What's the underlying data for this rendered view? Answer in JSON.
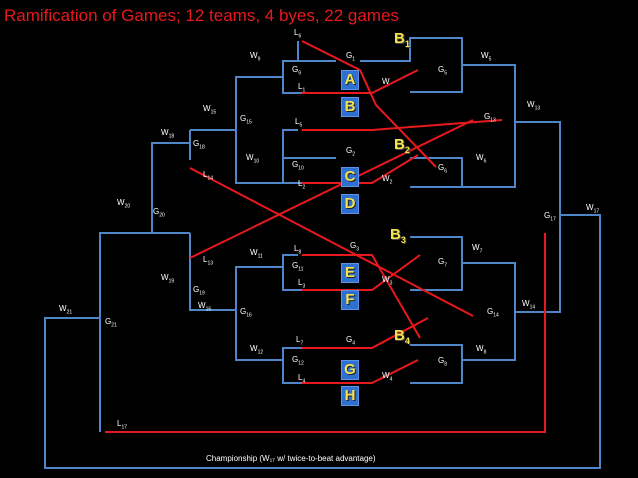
{
  "title": "Ramification of Games; 12 teams, 4 byes, 22 games",
  "footer": "Championship (W₁₇ w/ twice-to-beat advantage)",
  "boxes": [
    "A",
    "B",
    "C",
    "D",
    "E",
    "F",
    "G",
    "H"
  ],
  "byes": [
    "B",
    "B",
    "B",
    "B"
  ],
  "bye_subs": [
    "1",
    "2",
    "3",
    "4"
  ],
  "colors": {
    "bracket": "#4f86c9",
    "loser": "#e8191c",
    "box": "#2e6fd0",
    "box_text": "#f2e24b",
    "text": "#ffffff"
  },
  "labels": {
    "L6": "L",
    "L6s": "6",
    "G1": "G",
    "G1s": "1",
    "W9": "W",
    "W9s": "9",
    "G9": "G",
    "G9s": "9",
    "L1": "L",
    "L1s": "1",
    "W": "W",
    "G5": "G",
    "G5s": "5",
    "W5": "W",
    "W5s": "5",
    "W13": "W",
    "W13s": "13",
    "W15": "W",
    "W15s": "15",
    "G15": "G",
    "G15s": "15",
    "L5": "L",
    "L5s": "5",
    "G13": "G",
    "G13s": "13",
    "W18": "W",
    "W18s": "18",
    "G18": "G",
    "G18s": "18",
    "G2": "G",
    "G2s": "2",
    "W10": "W",
    "W10s": "10",
    "G10": "G",
    "G10s": "10",
    "W6": "W",
    "W6s": "6",
    "G6": "G",
    "G6s": "6",
    "L14": "L",
    "L14s": "14",
    "W2": "W",
    "W2s": "2",
    "L2": "L",
    "L2s": "2",
    "W20": "W",
    "W20s": "20",
    "G20": "G",
    "G20s": "20",
    "W17": "W",
    "W17s": "17",
    "G17": "G",
    "G17s": "17",
    "G3": "G",
    "G3s": "3",
    "L8": "L",
    "L8s": "8",
    "W11": "W",
    "W11s": "11",
    "W7": "W",
    "W7s": "7",
    "L13": "L",
    "L13s": "13",
    "G11": "G",
    "G11s": "11",
    "G7": "G",
    "G7s": "7",
    "W19": "W",
    "W19s": "19",
    "L3": "L",
    "L3s": "3",
    "W3": "W",
    "W3s": "3",
    "G19": "G",
    "G19s": "19",
    "W16": "W",
    "W16s": "16",
    "W14": "W",
    "W14s": "14",
    "W21": "W",
    "W21s": "21",
    "G16": "G",
    "G16s": "16",
    "G14": "G",
    "G14s": "14",
    "G21": "G",
    "G21s": "21",
    "L7": "L",
    "L7s": "7",
    "G4": "G",
    "G4s": "4",
    "W12": "W",
    "W12s": "12",
    "W8": "W",
    "W8s": "8",
    "G12": "G",
    "G12s": "12",
    "G8": "G",
    "G8s": "8",
    "L4": "L",
    "L4s": "4",
    "W4": "W",
    "W4s": "4",
    "L17": "L",
    "L17s": "17"
  }
}
